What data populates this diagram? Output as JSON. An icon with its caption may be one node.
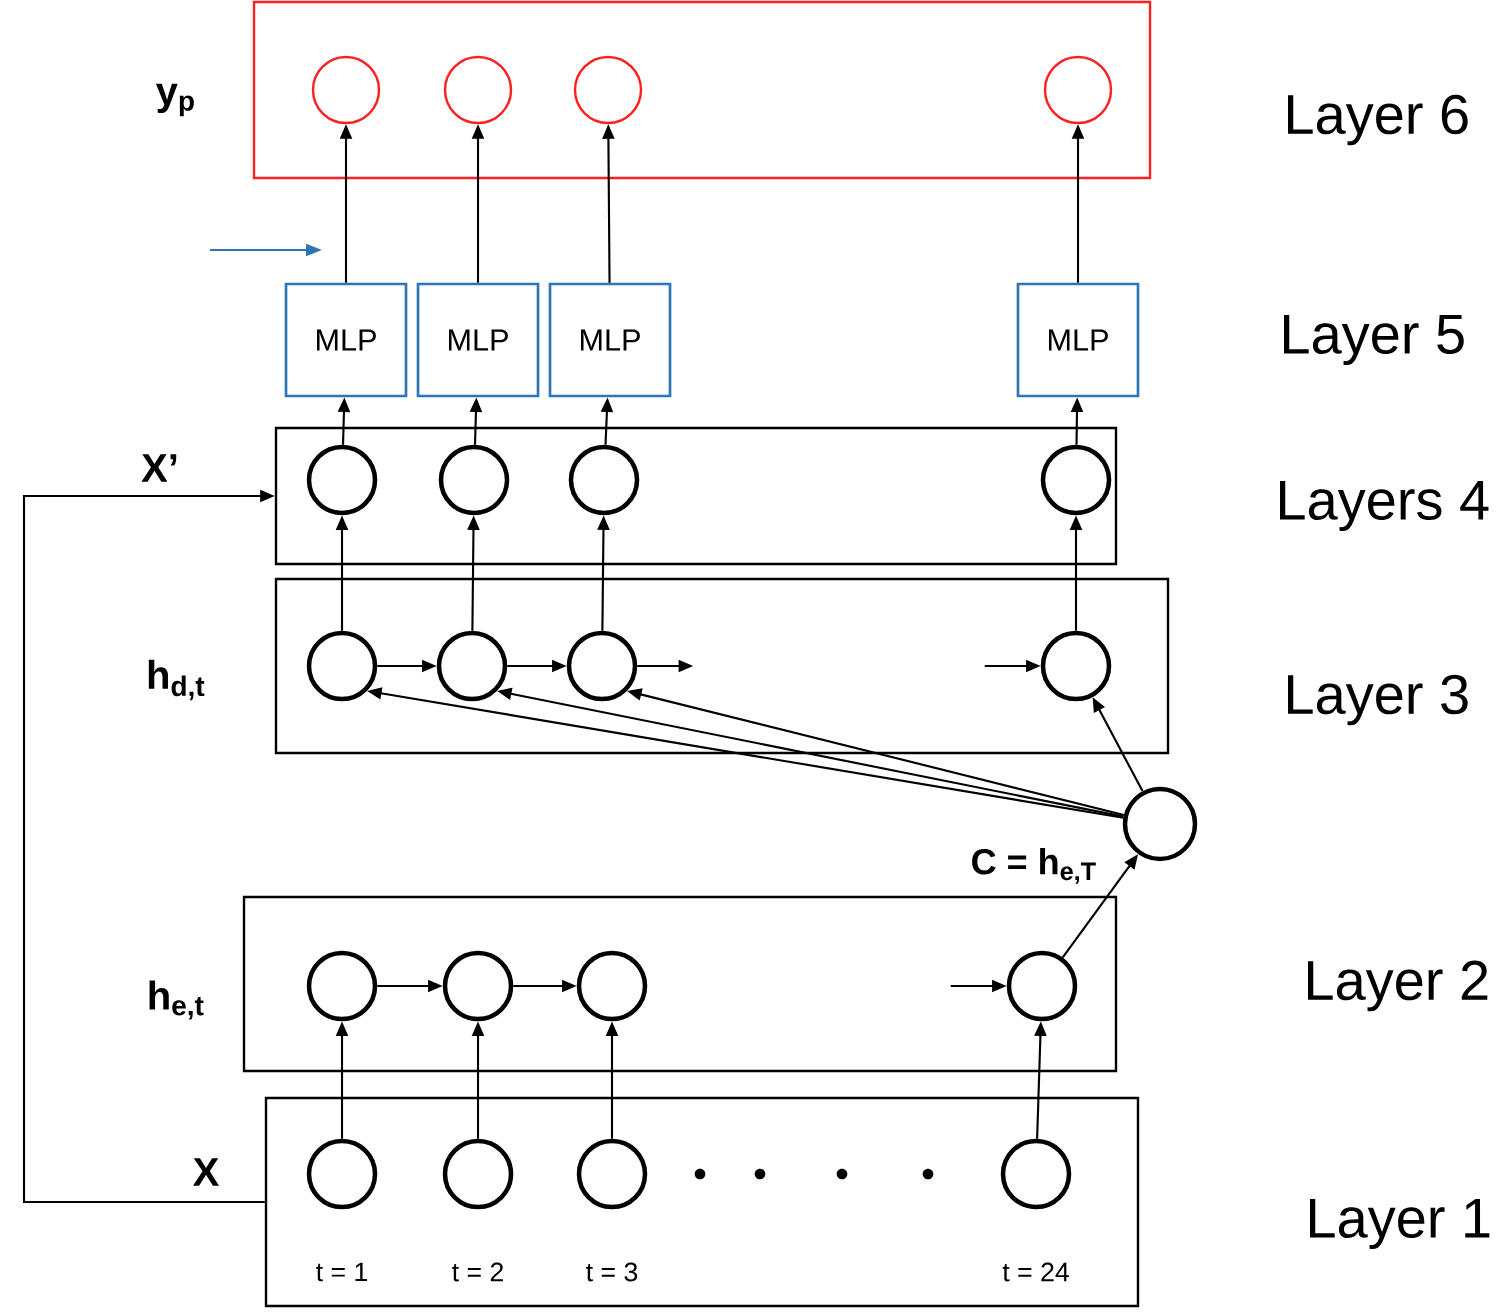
{
  "diagram": {
    "nodes": [
      {
        "text": [
          "y$_{p}$"
        ]
      },
      {
        "text": [],
        "shape": "circle",
        "in": 0
      },
      {
        "text": [],
        "shape": "circle",
        "in": 0
      },
      {
        "text": [],
        "shape": "circle",
        "in": 0
      },
      {
        "text": [],
        "shape": "circle",
        "in": 0
      },
      {
        "text": [
          "MLP"
        ]
      },
      {
        "text": [
          "MLP"
        ]
      },
      {
        "text": [
          "MLP"
        ]
      },
      {
        "text": [
          "MLP"
        ]
      },
      {
        "text": [
          "X’"
        ]
      },
      {
        "text": [],
        "shape": "circle",
        "in": 9
      },
      {
        "text": [],
        "shape": "circle",
        "in": 9
      },
      {
        "text": [],
        "shape": "circle",
        "in": 9
      },
      {
        "text": [],
        "shape": "circle",
        "in": 9
      },
      {
        "text": [
          "h$_{d,t}$"
        ]
      },
      {
        "text": [],
        "shape": "circle",
        "in": 14
      },
      {
        "text": [],
        "shape": "circle",
        "in": 14
      },
      {
        "text": [],
        "shape": "circle",
        "in": 14
      },
      {
        "text": [],
        "shape": "circle",
        "in": 14
      },
      {
        "text": [],
        "shape": "circle",
        "beside": [
          "C = h$_{e,T}$"
        ]
      },
      {
        "text": [
          "h$_{e,t}$"
        ]
      },
      {
        "text": [],
        "shape": "circle",
        "in": 20
      },
      {
        "text": [],
        "shape": "circle",
        "in": 20
      },
      {
        "text": [],
        "shape": "circle",
        "in": 20
      },
      {
        "text": [],
        "shape": "circle",
        "in": 20
      },
      {
        "text": [
          "X"
        ]
      },
      {
        "text": [],
        "shape": "circle",
        "in": 25,
        "beside": [
          "t = 1"
        ]
      },
      {
        "text": [],
        "shape": "circle",
        "in": 25,
        "beside": [
          "t = 2"
        ]
      },
      {
        "text": [],
        "shape": "circle",
        "in": 25,
        "beside": [
          "t = 3"
        ]
      },
      {
        "text": [],
        "shape": "circle",
        "in": 25,
        "beside": [
          "t = 24"
        ]
      }
    ],
    "edges": [
      {
        "from": 26,
        "to": 21,
        "arrow": "to"
      },
      {
        "from": 27,
        "to": 22,
        "arrow": "to"
      },
      {
        "from": 28,
        "to": 23,
        "arrow": "to"
      },
      {
        "from": 29,
        "to": 24,
        "arrow": "to"
      },
      {
        "from": 21,
        "to": 22,
        "arrow": "to"
      },
      {
        "from": 22,
        "to": 23,
        "arrow": "to"
      },
      {
        "from": null,
        "to": 24,
        "arrow": "to"
      },
      {
        "from": 24,
        "to": 19,
        "arrow": "to"
      },
      {
        "from": 19,
        "to": 15,
        "arrow": "to"
      },
      {
        "from": 19,
        "to": 16,
        "arrow": "to"
      },
      {
        "from": 19,
        "to": 17,
        "arrow": "to"
      },
      {
        "from": 19,
        "to": 18,
        "arrow": "to"
      },
      {
        "from": 15,
        "to": 16,
        "arrow": "to"
      },
      {
        "from": 16,
        "to": 17,
        "arrow": "to"
      },
      {
        "from": 17,
        "to": null,
        "arrow": "to"
      },
      {
        "from": null,
        "to": 18,
        "arrow": "to"
      },
      {
        "from": 15,
        "to": 10,
        "arrow": "to"
      },
      {
        "from": 16,
        "to": 11,
        "arrow": "to"
      },
      {
        "from": 17,
        "to": 12,
        "arrow": "to"
      },
      {
        "from": 18,
        "to": 13,
        "arrow": "to"
      },
      {
        "from": 10,
        "to": 5,
        "arrow": "to"
      },
      {
        "from": 11,
        "to": 6,
        "arrow": "to"
      },
      {
        "from": 12,
        "to": 7,
        "arrow": "to"
      },
      {
        "from": 13,
        "to": 8,
        "arrow": "to"
      },
      {
        "from": 5,
        "to": 1,
        "arrow": "to"
      },
      {
        "from": 6,
        "to": 2,
        "arrow": "to"
      },
      {
        "from": 7,
        "to": 3,
        "arrow": "to"
      },
      {
        "from": 8,
        "to": 4,
        "arrow": "to"
      },
      {
        "from": 25,
        "to": 9,
        "arrow": "to"
      }
    ],
    "labels": [
      "Layer 6",
      "Layer 5",
      "Layers 4",
      "Layer 3",
      "Layer 2",
      "Layer 1"
    ]
  }
}
